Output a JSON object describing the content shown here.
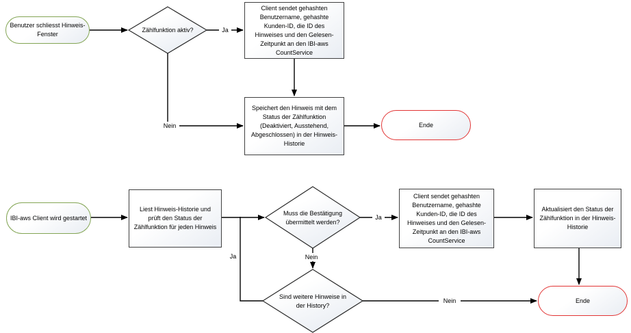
{
  "nodes": {
    "start_close_window": {
      "label": "Benutzer schliesst Hinweis-\nFenster",
      "type": "start"
    },
    "decision_count_active": {
      "label": "Zählfunktion aktiv?",
      "type": "decision"
    },
    "process_send_count_top": {
      "label": "Client sendet gehashten\nBenutzername, gehashte\nKunden-ID, die ID des\nHinweises und den Gelesen-\nZeitpunkt an den IBI-aws\nCountService",
      "type": "process"
    },
    "process_save_history": {
      "label": "Speichert den Hinweis mit dem\nStatus der Zählfunktion\n(Deaktiviert, Ausstehend,\nAbgeschlossen) in der Hinweis-\nHistorie",
      "type": "process"
    },
    "end_top": {
      "label": "Ende",
      "type": "end"
    },
    "start_client": {
      "label": "IBI-aws Client wird gestartet",
      "type": "start"
    },
    "process_read_history": {
      "label": "Liest Hinweis-Historie und\nprüft den Status der\nZählfunktion für jeden Hinweis",
      "type": "process"
    },
    "decision_confirmation_needed": {
      "label": "Muss die Bestätigung\nübermittelt werden?",
      "type": "decision"
    },
    "process_send_count_bottom": {
      "label": "Client sendet gehashten\nBenutzername, gehashte\nKunden-ID, die ID des\nHinweises und den Gelesen-\nZeitpunkt an den IBI-aws\nCountService",
      "type": "process"
    },
    "process_update_status": {
      "label": "Aktualisiert den Status der\nZählfunktion in der Hinweis-\nHistorie",
      "type": "process"
    },
    "decision_more_hints": {
      "label": "Sind weitere Hinweise in\nder History?",
      "type": "decision"
    },
    "end_bottom": {
      "label": "Ende",
      "type": "end"
    }
  },
  "edge_labels": {
    "top_ja": "Ja",
    "top_nein": "Nein",
    "mid_ja": "Ja",
    "mid_nein": "Nein",
    "loop_ja": "Ja",
    "bottom_nein": "Nein"
  },
  "colors": {
    "start_border": "#83a554",
    "end_border": "#e23434",
    "process_border": "#404040",
    "decision_border": "#2b2b2b",
    "connector": "#000000"
  }
}
